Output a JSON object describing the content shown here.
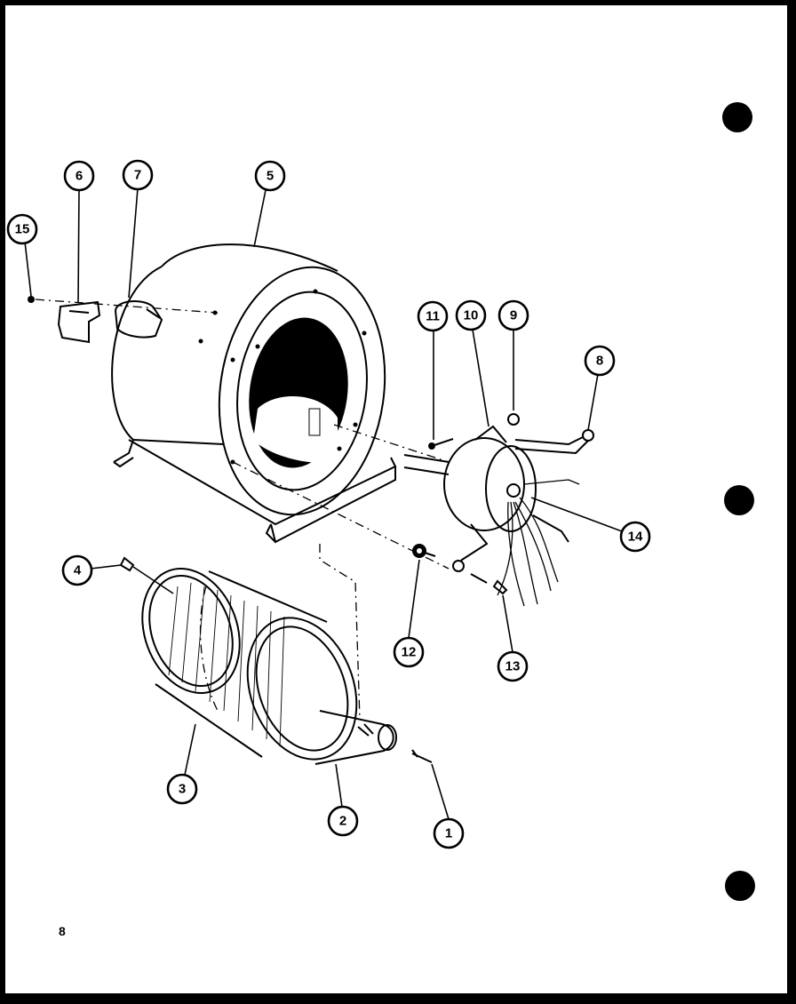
{
  "page_number": "8",
  "callouts": [
    {
      "label": "1"
    },
    {
      "label": "2"
    },
    {
      "label": "3"
    },
    {
      "label": "4"
    },
    {
      "label": "5"
    },
    {
      "label": "6"
    },
    {
      "label": "7"
    },
    {
      "label": "8"
    },
    {
      "label": "9"
    },
    {
      "label": "10"
    },
    {
      "label": "11"
    },
    {
      "label": "12"
    },
    {
      "label": "13"
    },
    {
      "label": "14"
    },
    {
      "label": "15"
    }
  ]
}
